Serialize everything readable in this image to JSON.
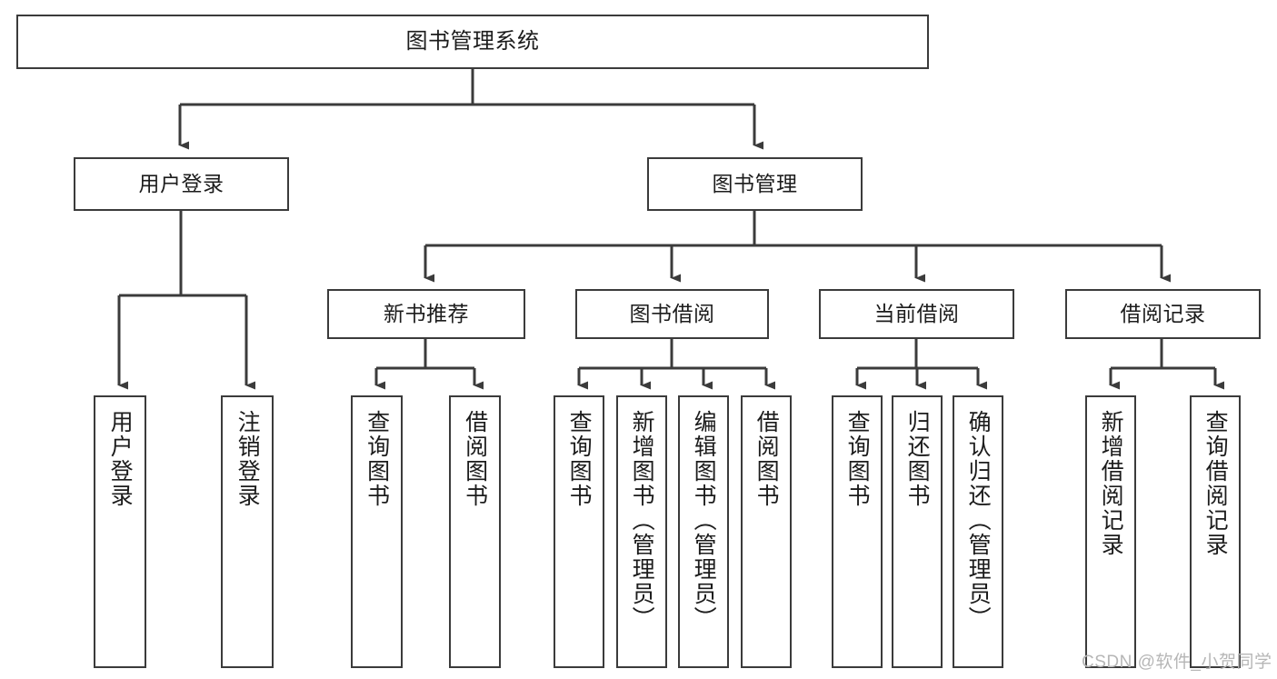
{
  "diagram": {
    "title": "图书管理系统",
    "type": "hierarchy-tree",
    "colors": {
      "stroke": "#3b3b3b",
      "fill": "#ffffff",
      "text": "#1c1c1c",
      "watermark": "#b6b6b6"
    },
    "nodes": {
      "root": {
        "label": "图书管理系统"
      },
      "level2": [
        {
          "id": "user-login",
          "label": "用户登录"
        },
        {
          "id": "book-management",
          "label": "图书管理"
        }
      ],
      "level3": [
        {
          "id": "new-book-recommend",
          "label": "新书推荐"
        },
        {
          "id": "book-borrow",
          "label": "图书借阅"
        },
        {
          "id": "current-borrow",
          "label": "当前借阅"
        },
        {
          "id": "borrow-record",
          "label": "借阅记录"
        }
      ],
      "leaves": {
        "user-login": [
          {
            "id": "leaf-user-login",
            "label": "用户登录"
          },
          {
            "id": "leaf-user-logout",
            "label": "注销登录"
          }
        ],
        "new-book-recommend": [
          {
            "id": "leaf-query-book-1",
            "label": "查询图书"
          },
          {
            "id": "leaf-borrow-book-1",
            "label": "借阅图书"
          }
        ],
        "book-borrow": [
          {
            "id": "leaf-query-book-2",
            "label": "查询图书"
          },
          {
            "id": "leaf-add-book",
            "label": "新增图书（管理员）"
          },
          {
            "id": "leaf-edit-book",
            "label": "编辑图书（管理员）"
          },
          {
            "id": "leaf-borrow-book-2",
            "label": "借阅图书"
          }
        ],
        "current-borrow": [
          {
            "id": "leaf-query-book-3",
            "label": "查询图书"
          },
          {
            "id": "leaf-return-book",
            "label": "归还图书"
          },
          {
            "id": "leaf-confirm-return",
            "label": "确认归还（管理员）"
          }
        ],
        "borrow-record": [
          {
            "id": "leaf-add-record",
            "label": "新增借阅记录"
          },
          {
            "id": "leaf-query-record",
            "label": "查询借阅记录"
          }
        ]
      }
    },
    "watermark": "CSDN @软件_小贺同学"
  }
}
